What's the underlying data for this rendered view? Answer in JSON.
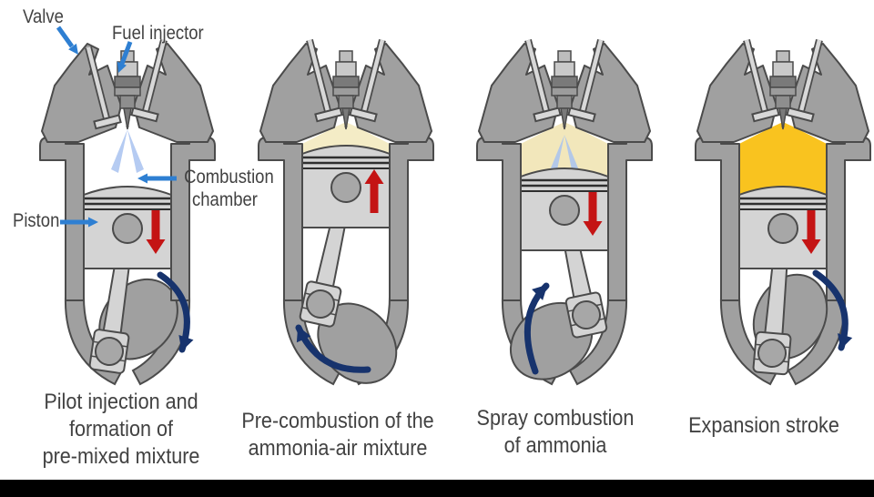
{
  "labels": {
    "valve": "Valve",
    "fuel_injector": "Fuel injector",
    "combustion_chamber": "Combustion chamber",
    "piston": "Piston"
  },
  "engines": [
    {
      "stage": 1,
      "caption_lines": [
        "Pilot injection and",
        "formation of",
        "pre-mixed mixture"
      ],
      "piston_motion": "down",
      "chamber_state": "pilot-spray",
      "crank_rotation": "clockwise-down-right",
      "valve_open": true
    },
    {
      "stage": 2,
      "caption_lines": [
        "Pre-combustion of the",
        "ammonia-air mixture"
      ],
      "piston_motion": "up",
      "chamber_state": "premixed-charge",
      "crank_rotation": "counterclockwise-up-left",
      "valve_open": false
    },
    {
      "stage": 3,
      "caption_lines": [
        "Spray combustion",
        "of ammonia"
      ],
      "piston_motion": "down",
      "chamber_state": "spray-combustion",
      "crank_rotation": "up-left-rising",
      "valve_open": false
    },
    {
      "stage": 4,
      "caption_lines": [
        "Expansion stroke"
      ],
      "piston_motion": "down",
      "chamber_state": "burning-gas",
      "crank_rotation": "clockwise-down-right",
      "valve_open": false
    }
  ],
  "colors": {
    "engine_metal": "#a0a0a0",
    "engine_outline": "#4b4b4b",
    "moving_parts_light": "#d4d4d4",
    "pin_gray": "#a7a7a7",
    "premixed_mixture": "#f4ecc6",
    "ignited_mixture": "#f2e7bb",
    "burning_gas": "#f9c31f",
    "fuel_spray_blue": "#a9c3f0",
    "piston_arrow_red": "#c41414",
    "rotation_arrow_navy": "#17336d",
    "label_arrow_blue": "#2e7fd2",
    "text_gray": "#424242"
  }
}
